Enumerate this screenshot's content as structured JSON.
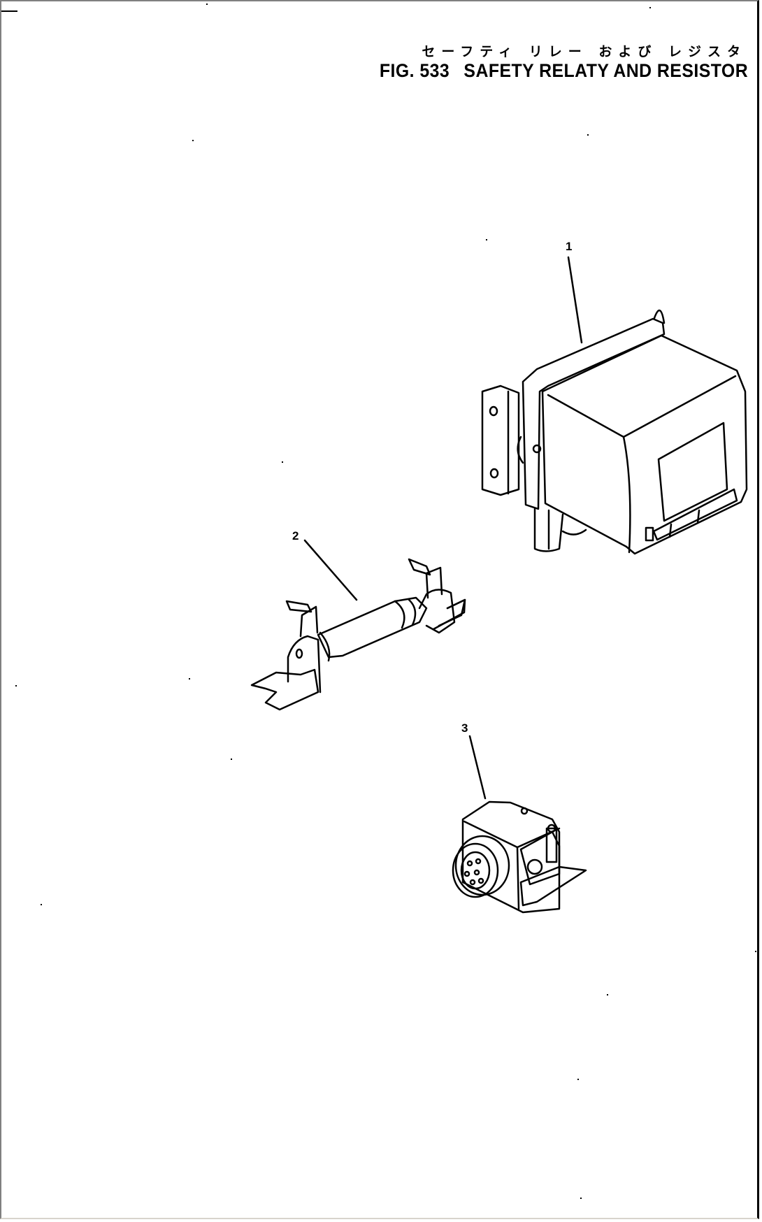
{
  "figure": {
    "number_label": "FIG. 533",
    "title_jp": "セーフティ リレー および レジスタ",
    "title_en": "SAFETY RELATY AND RESISTOR"
  },
  "parts": [
    {
      "callout": "1",
      "icon": "safety-relay-icon"
    },
    {
      "callout": "2",
      "icon": "resistor-icon"
    },
    {
      "callout": "3",
      "icon": "relay-connector-icon"
    }
  ],
  "colors": {
    "line": "#000000",
    "background": "#ffffff",
    "frame": "#808080"
  }
}
